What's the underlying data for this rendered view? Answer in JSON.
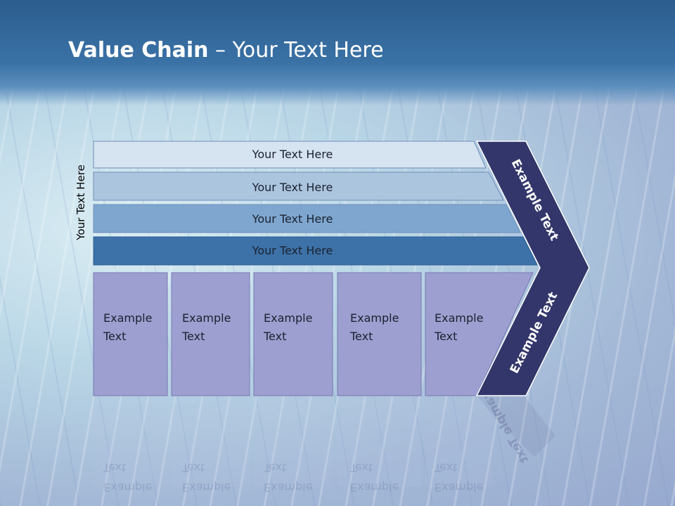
{
  "slide": {
    "title_bold": "Value Chain",
    "title_rest": " – Your Text Here",
    "side_label": "Your Text Here"
  },
  "bars": [
    {
      "label": "Your Text Here",
      "fill": "#d6e3f0"
    },
    {
      "label": "Your Text Here",
      "fill": "#abc5df"
    },
    {
      "label": "Your Text Here",
      "fill": "#7ea6cf"
    },
    {
      "label": "Your Text Here",
      "fill": "#3d72a8"
    }
  ],
  "columns": [
    {
      "line1": "Example",
      "line2": "Text"
    },
    {
      "line1": "Example",
      "line2": "Text"
    },
    {
      "line1": "Example",
      "line2": "Text"
    },
    {
      "line1": "Example",
      "line2": "Text"
    },
    {
      "line1": "Example",
      "line2": "Text"
    }
  ],
  "chevron": {
    "upper_label": "Example Text",
    "lower_label": "Example Text",
    "fill": "#33366a"
  },
  "colors": {
    "column_fill": "#9d9fd0",
    "header": "#2c5d8e"
  }
}
